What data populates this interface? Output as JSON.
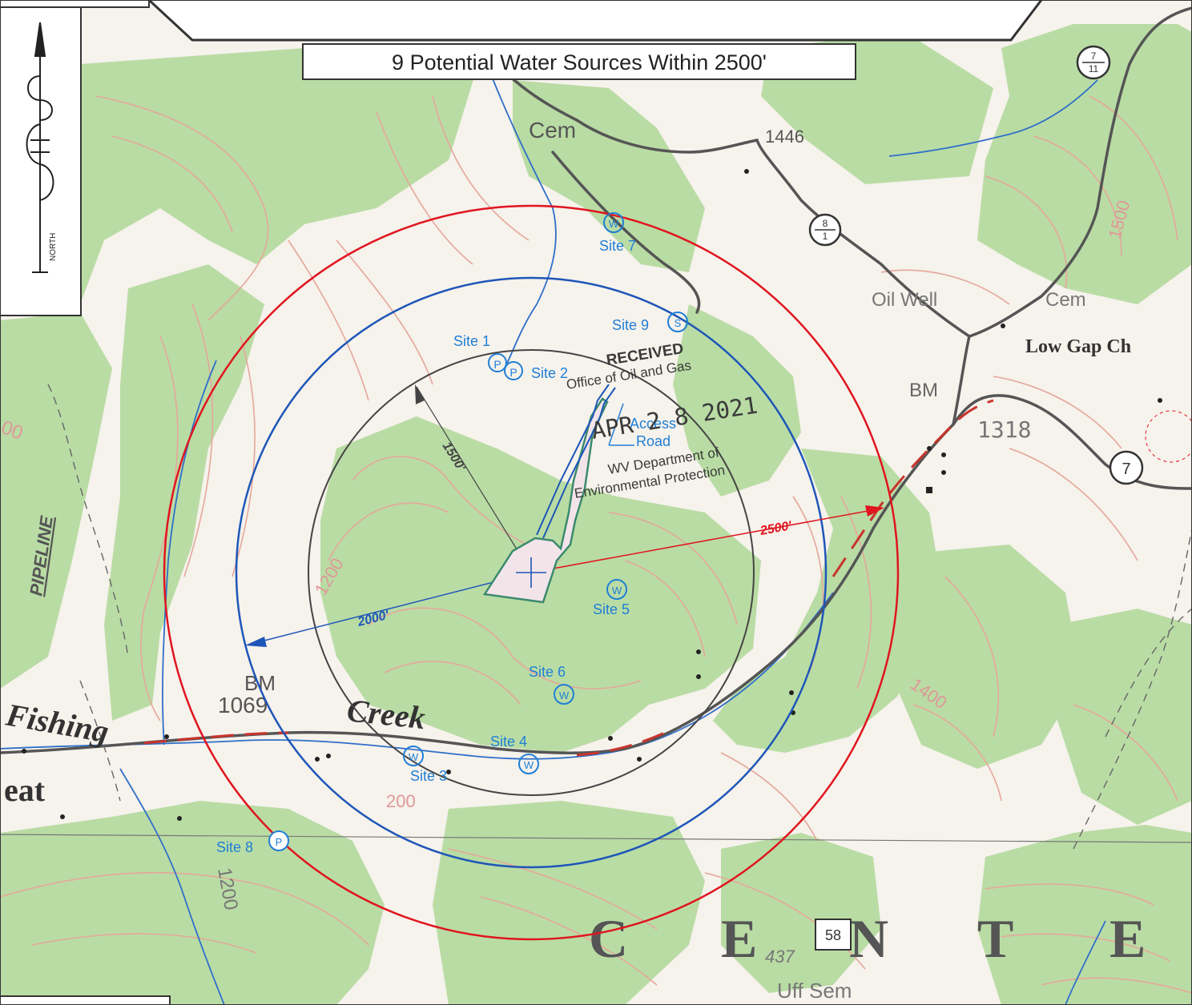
{
  "title_box": {
    "text": "9 Potential Water Sources Within 2500'"
  },
  "north_arrow": {
    "label": "NORTH"
  },
  "route_shields": [
    {
      "top": "7",
      "bottom": "11"
    },
    {
      "top": "8",
      "bottom": "1"
    },
    {
      "single": "7"
    },
    {
      "single": "58"
    }
  ],
  "water_sources": [
    {
      "label": "Site 1",
      "symbol": "P"
    },
    {
      "label": "Site 2",
      "symbol": "P"
    },
    {
      "label": "Site 3",
      "symbol": "W"
    },
    {
      "label": "Site 4",
      "symbol": "W"
    },
    {
      "label": "Site 5",
      "symbol": "W"
    },
    {
      "label": "Site 6",
      "symbol": "W"
    },
    {
      "label": "Site 7",
      "symbol": "W"
    },
    {
      "label": "Site 8",
      "symbol": "P"
    },
    {
      "label": "Site 9",
      "symbol": "S"
    }
  ],
  "radii": [
    {
      "label": "1500'",
      "color": "#444444"
    },
    {
      "label": "2000'",
      "color": "#1e56b8"
    },
    {
      "label": "2500'",
      "color": "#e0151f"
    }
  ],
  "access_road": {
    "line1": "Access",
    "line2": "Road"
  },
  "stamp": {
    "line1": "RECEIVED",
    "line2": "Office of Oil and Gas",
    "date": "APR 2 8 2021",
    "line3": "WV Department of",
    "line4": "Environmental Protection"
  },
  "topo_labels": {
    "cem_north": "Cem",
    "elev_1446": "1446",
    "oil_well": "Oil Well",
    "cem_east": "Cem",
    "low_gap": "Low Gap Ch",
    "bm_east": "BM",
    "elev_1318": "1318",
    "bm_west": "BM",
    "elev_1069": "1069",
    "fishing": "Fishing",
    "creek": "Creek",
    "pipeline": "PIPELINE",
    "contour_1200_a": "1200",
    "contour_1200_b": "1200",
    "contour_1400": "1400",
    "contour_1500": "1500",
    "contour_200": "200",
    "contour_00": "00",
    "eat": "eat",
    "elev_437": "437",
    "uff_sem": "Uff Sem",
    "center_letters": [
      "C",
      "E",
      "N",
      "T",
      "E"
    ]
  },
  "colors": {
    "forest": "#b9dca4",
    "clearing": "#f6f2ec",
    "contour": "#e5a79b",
    "water": "#2f6fc9",
    "road": "#555555",
    "site_blue": "#1f7fd6"
  }
}
